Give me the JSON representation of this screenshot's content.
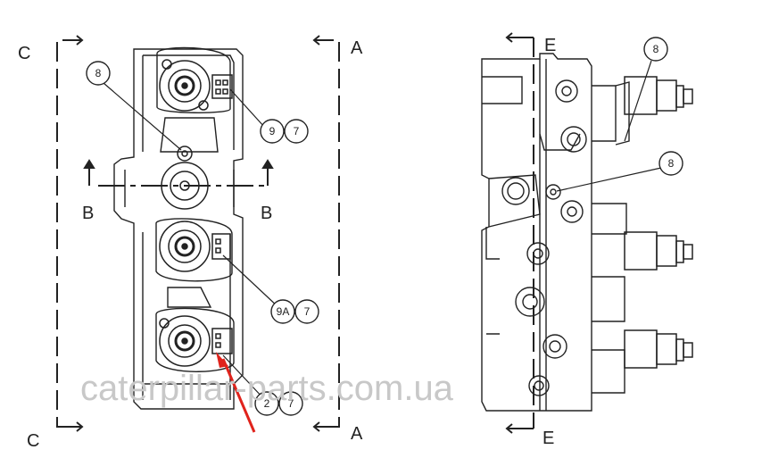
{
  "section_labels": {
    "left_top": "C",
    "left_bottom": "C",
    "right_top": "A",
    "right_bottom": "A",
    "mid_left": "B",
    "mid_right": "B",
    "side_top": "E",
    "side_bottom": "E"
  },
  "callouts": {
    "left_8": "8",
    "c9": "9",
    "c7a": "7",
    "c9A": "9A",
    "c7b": "7",
    "c2": "2",
    "c7c": "7",
    "right_8_top": "8",
    "right_8_mid": "8"
  },
  "watermark": "caterpillar-parts.com.ua",
  "colors": {
    "line": "#222222",
    "arrow": "#e0231c",
    "watermark": "#c8c8c8"
  }
}
